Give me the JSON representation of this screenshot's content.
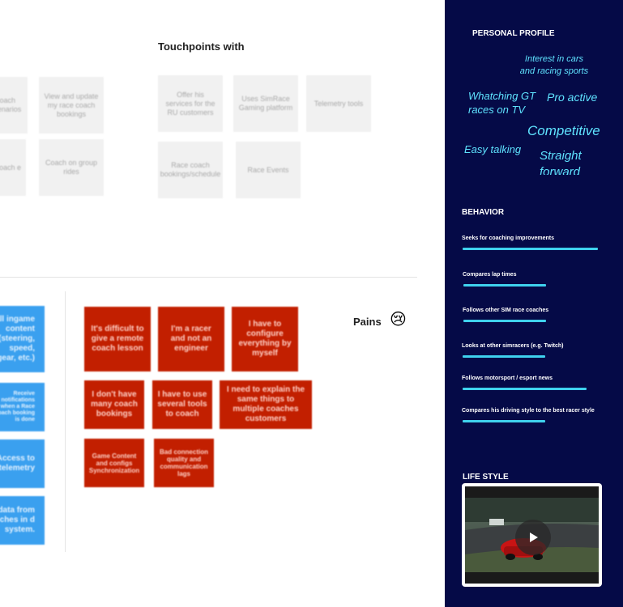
{
  "touchpoints": {
    "heading": "Touchpoints with",
    "items": [
      "Offer his services for the RU customers",
      "Uses SimRace Gaming platform",
      "Telemetry tools",
      "Race coach bookings/schedule",
      "Race Events"
    ]
  },
  "left_stickies": [
    "coach scenarios",
    "View and update my race coach bookings",
    "y coach e",
    "Coach on group rides"
  ],
  "pains": {
    "heading": "Pains",
    "emoji": "😢",
    "items": [
      "It's difficult to give a remote coach lesson",
      "I'm a racer and not an engineer",
      "I have to configure everything by myself",
      "I don't have many coach bookings",
      "I have to use several tools to coach",
      "I need to explain the same things to multiple coaches customers",
      "Game Content and configs Synchronization",
      "Bad connection quality and communication lags"
    ]
  },
  "gains_partial": [
    "all ingame content (steering, speed, gear, etc.)",
    "Receive notifications when a Race coach booking is done",
    "Access to telemetry",
    "data from ches in d system."
  ],
  "profile": {
    "title": "PERSONAL PROFILE",
    "traits": [
      "Interest in cars and racing sports",
      "Whatching GT races on TV",
      "Pro active",
      "Competitive",
      "Easy talking",
      "Straight forward"
    ]
  },
  "behavior": {
    "title": "BEHAVIOR",
    "items": [
      {
        "label": "Seeks for coaching improvements",
        "level": 0.82
      },
      {
        "label": "Compares lap times",
        "level": 0.5
      },
      {
        "label": "Follows other SIM race coaches",
        "level": 0.5
      },
      {
        "label": "Looks at other simracers (e.g. Twitch)",
        "level": 0.5
      },
      {
        "label": "Follows motorsport / esport news",
        "level": 0.75
      },
      {
        "label": "Compares his driving style to the best racer style",
        "level": 0.5
      }
    ]
  },
  "lifestyle": {
    "title": "LIFE STYLE",
    "video_icon": "play-icon"
  },
  "colors": {
    "panel_bg": "#050a47",
    "trait_text": "#5fe3ff",
    "bar": "#3fd2ee",
    "pain_sticky": "#c21f00",
    "gain_sticky": "#3aa0ef",
    "neutral_sticky": "#f1f1f1"
  }
}
